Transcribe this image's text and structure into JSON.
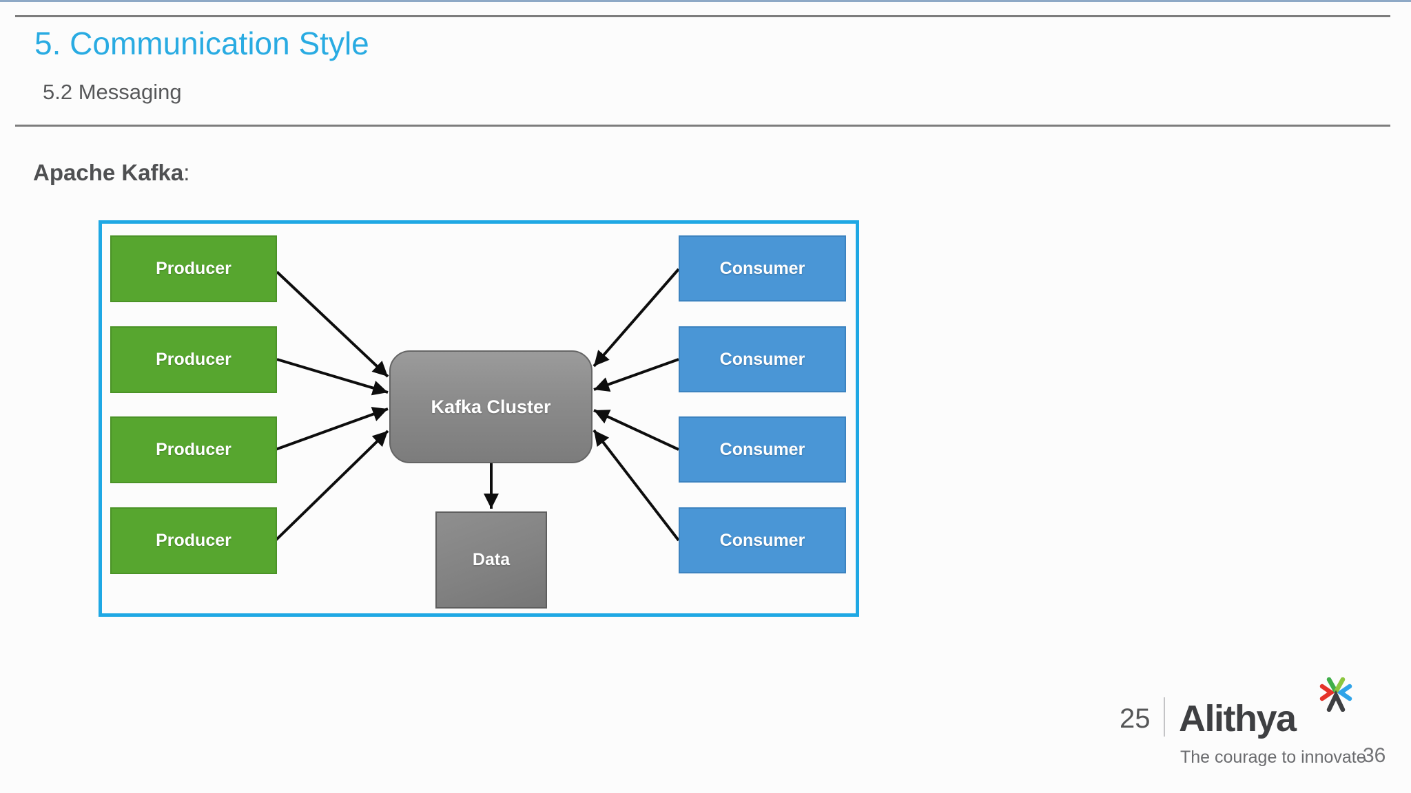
{
  "slide": {
    "title": "5. Communication Style",
    "subtitle": "5.2 Messaging",
    "section_label": "Apache Kafka",
    "section_colon": ":"
  },
  "diagram": {
    "producers": [
      "Producer",
      "Producer",
      "Producer",
      "Producer"
    ],
    "consumers": [
      "Consumer",
      "Consumer",
      "Consumer",
      "Consumer"
    ],
    "cluster_label": "Kafka Cluster",
    "data_label": "Data",
    "colors": {
      "frame_border": "#1fa8e4",
      "producer_fill": "#57a62f",
      "producer_border": "#4b9327",
      "consumer_fill": "#4a96d6",
      "consumer_border": "#3c83c0",
      "cluster_fill": "#8b8b8b",
      "data_fill": "#828282",
      "arrow": "#0d0d0d"
    }
  },
  "footer": {
    "slide_number_left": "25",
    "brand": "Alithya",
    "tagline": "The courage to innovate",
    "page_number": "36"
  },
  "colors": {
    "title_accent": "#29abe2",
    "heading_text": "#4f5052",
    "top_accent_bar": "#8ea9c6",
    "header_rule": "#7d7d7d"
  }
}
